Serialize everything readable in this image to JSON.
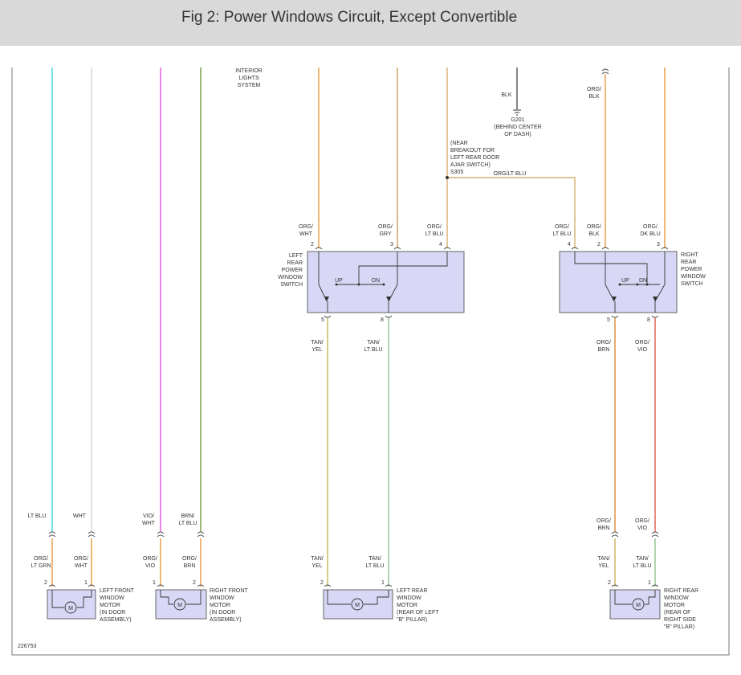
{
  "title": "Fig 2: Power Windows Circuit, Except Convertible",
  "figure_id": "226753",
  "colors": {
    "lt_blu": "#36d6e0",
    "wht": "#d5d5d5",
    "vio": "#e055e0",
    "brn_grn": "#6f9a3a",
    "org": "#e89a3e",
    "org_gry": "#c8a060",
    "org_ltblu": "#d8b070",
    "blk": "#333333",
    "tan_yel": "#c9b25a",
    "tan_ltblu": "#8ec48e",
    "org_brn": "#d88a3a",
    "org_vio": "#e05a50",
    "box_fill": "#d8d8f6"
  },
  "top_labels": {
    "interior": [
      "INTERIOR",
      "LIGHTS",
      "SYSTEM"
    ],
    "blk": "BLK",
    "ground": [
      "G201",
      "(BEHIND CENTER",
      "OF DASH)"
    ],
    "splice": [
      "(NEAR",
      "BREAKOUT FOR",
      "LEFT REAR DOOR",
      "AJAR SWITCH)",
      "S305"
    ],
    "splice_wire": "ORG/LT BLU",
    "org_blk_top": [
      "ORG/",
      "BLK"
    ]
  },
  "left_switch": {
    "name": [
      "LEFT",
      "REAR",
      "POWER",
      "WINDOW",
      "SWITCH"
    ],
    "up": "UP",
    "dn": "DN",
    "wires_in": [
      {
        "color": [
          "ORG/",
          "WHT"
        ],
        "pin": "2"
      },
      {
        "color": [
          "ORG/",
          "GRY"
        ],
        "pin": "3"
      },
      {
        "color": [
          "ORG/",
          "LT BLU"
        ],
        "pin": "4"
      }
    ],
    "wires_out": [
      {
        "pin": "5",
        "color": [
          "TAN/",
          "YEL"
        ]
      },
      {
        "pin": "8",
        "color": [
          "TAN/",
          "LT BLU"
        ]
      }
    ]
  },
  "right_switch": {
    "name": [
      "RIGHT",
      "REAR",
      "POWER",
      "WINDOW",
      "SWITCH"
    ],
    "up": "UP",
    "dn": "DN",
    "wires_in": [
      {
        "color": [
          "ORG/",
          "LT BLU"
        ],
        "pin": "4"
      },
      {
        "color": [
          "ORG/",
          "BLK"
        ],
        "pin": "2"
      },
      {
        "color": [
          "ORG/",
          "DK BLU"
        ],
        "pin": "3"
      }
    ],
    "wires_out": [
      {
        "pin": "5",
        "color": [
          "ORG/",
          "BRN"
        ]
      },
      {
        "pin": "8",
        "color": [
          "ORG/",
          "VIO"
        ]
      }
    ]
  },
  "motors": [
    {
      "name": [
        "LEFT FRONT",
        "WINDOW",
        "MOTOR",
        "(IN DOOR",
        "ASSEMBLY)"
      ],
      "wire_top": [
        [
          "LT BLU"
        ],
        [
          "WHT"
        ]
      ],
      "wire_bottom": [
        [
          "ORG/",
          "LT GRN"
        ],
        [
          "ORG/",
          "WHT"
        ]
      ],
      "pins": [
        "2",
        "1"
      ],
      "symbol": "M"
    },
    {
      "name": [
        "RIGHT FRONT",
        "WINDOW",
        "MOTOR",
        "(IN DOOR",
        "ASSEMBLY)"
      ],
      "wire_top": [
        [
          "VIO/",
          "WHT"
        ],
        [
          "BRN/",
          "LT BLU"
        ]
      ],
      "wire_bottom": [
        [
          "ORG/",
          "VIO"
        ],
        [
          "ORG/",
          "BRN"
        ]
      ],
      "pins": [
        "1",
        "2"
      ],
      "symbol": "M"
    },
    {
      "name": [
        "LEFT REAR",
        "WINDOW",
        "MOTOR",
        "(REAR OF LEFT",
        "\"B\" PILLAR)"
      ],
      "wire_bottom": [
        [
          "TAN/",
          "YEL"
        ],
        [
          "TAN/",
          "LT BLU"
        ]
      ],
      "pins": [
        "2",
        "1"
      ],
      "symbol": "M"
    },
    {
      "name": [
        "RIGHT REAR",
        "WINDOW",
        "MOTOR",
        "(REAR OF",
        "RIGHT SIDE",
        "\"B\" PILLAR)"
      ],
      "wire_top": [
        [
          "ORG/",
          "BRN"
        ],
        [
          "ORG/",
          "VIO"
        ]
      ],
      "wire_bottom": [
        [
          "TAN/",
          "YEL"
        ],
        [
          "TAN/",
          "LT BLU"
        ]
      ],
      "pins": [
        "2",
        "1"
      ],
      "symbol": "M"
    }
  ]
}
